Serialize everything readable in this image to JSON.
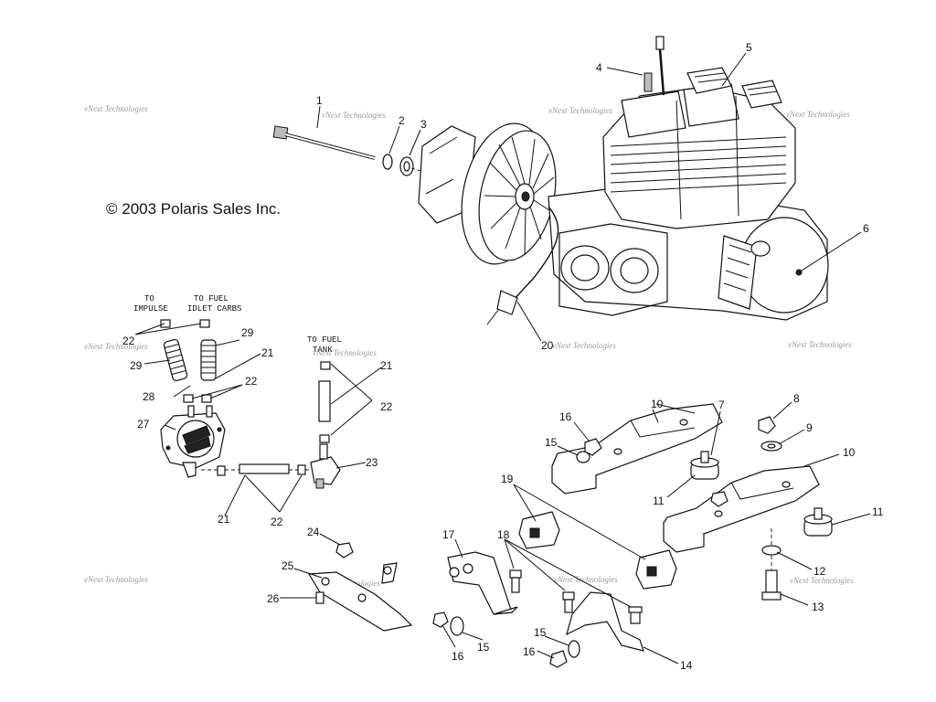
{
  "copyright": "© 2003 Polaris Sales Inc.",
  "watermark": "vNext Technologies",
  "hose_labels": {
    "to_impulse_1": "TO",
    "to_impulse_2": "IMPULSE",
    "to_fuel_carbs_1": "TO FUEL",
    "to_fuel_carbs_2": "IDLET CARBS",
    "to_fuel_tank_1": "TO FUEL",
    "to_fuel_tank_2": "TANK"
  },
  "callouts": {
    "c1": "1",
    "c2": "2",
    "c3": "3",
    "c4": "4",
    "c5": "5",
    "c6": "6",
    "c7": "7",
    "c8": "8",
    "c9": "9",
    "c10a": "10",
    "c10b": "10",
    "c11a": "11",
    "c11b": "11",
    "c12": "12",
    "c13": "13",
    "c14": "14",
    "c15a": "15",
    "c15b": "15",
    "c15c": "15",
    "c16a": "16",
    "c16b": "16",
    "c16c": "16",
    "c17": "17",
    "c18": "18",
    "c19": "19",
    "c20": "20",
    "c21a": "21",
    "c21b": "21",
    "c21c": "21",
    "c22a": "22",
    "c22b": "22",
    "c22c": "22",
    "c22d": "22",
    "c23": "23",
    "c24": "24",
    "c25": "25",
    "c26": "26",
    "c27": "27",
    "c28": "28",
    "c29a": "29",
    "c29b": "29"
  }
}
